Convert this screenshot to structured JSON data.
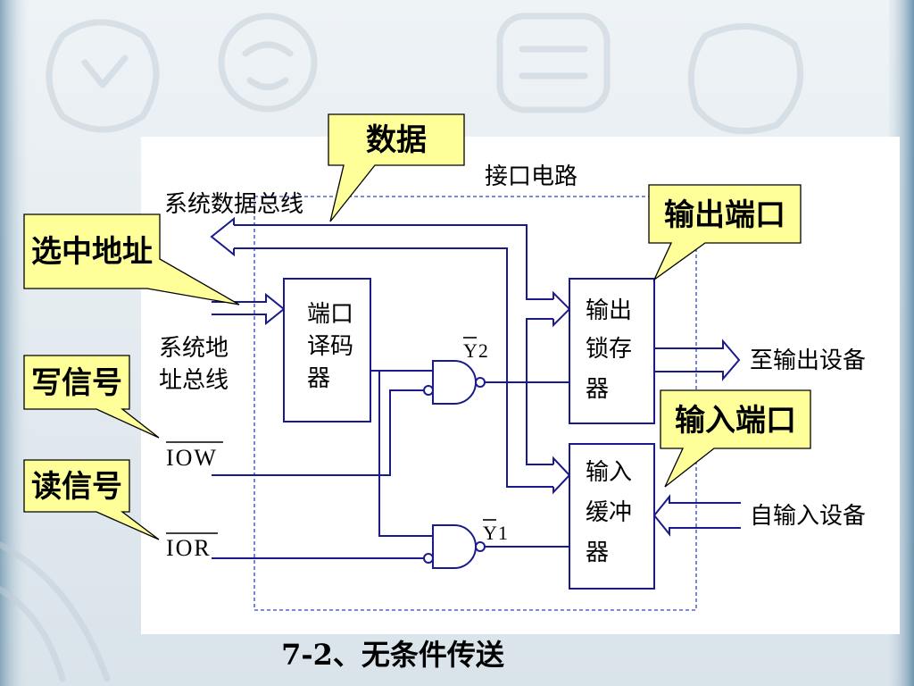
{
  "slide": {
    "caption": "7-2、无条件传送"
  },
  "diagram": {
    "interface_label": "接口电路",
    "data_bus_label": "系统数据总线",
    "address_bus_label": [
      "系统地",
      "址总线"
    ],
    "decoder": [
      "端口",
      "译码",
      "器"
    ],
    "output_latch": [
      "输出",
      "锁存",
      "器"
    ],
    "input_buffer": [
      "输入",
      "缓冲",
      "器"
    ],
    "gate_y2_label": "Y2",
    "gate_y1_label": "Y1",
    "iow_label": "IOW",
    "ior_label": "IOR",
    "to_output_device": "至输出设备",
    "from_input_device": "自输入设备"
  },
  "callouts": {
    "data": "数据",
    "output_port": "输出端口",
    "select_address": "选中地址",
    "write_signal": "写信号",
    "input_port": "输入端口",
    "read_signal": "读信号"
  },
  "colors": {
    "callout_fill": "#ffff99",
    "callout_border": "#000000",
    "wire": "#1a1a8c",
    "interface_boundary": "#3344cc",
    "panel": "#ffffff",
    "text": "#000000"
  }
}
